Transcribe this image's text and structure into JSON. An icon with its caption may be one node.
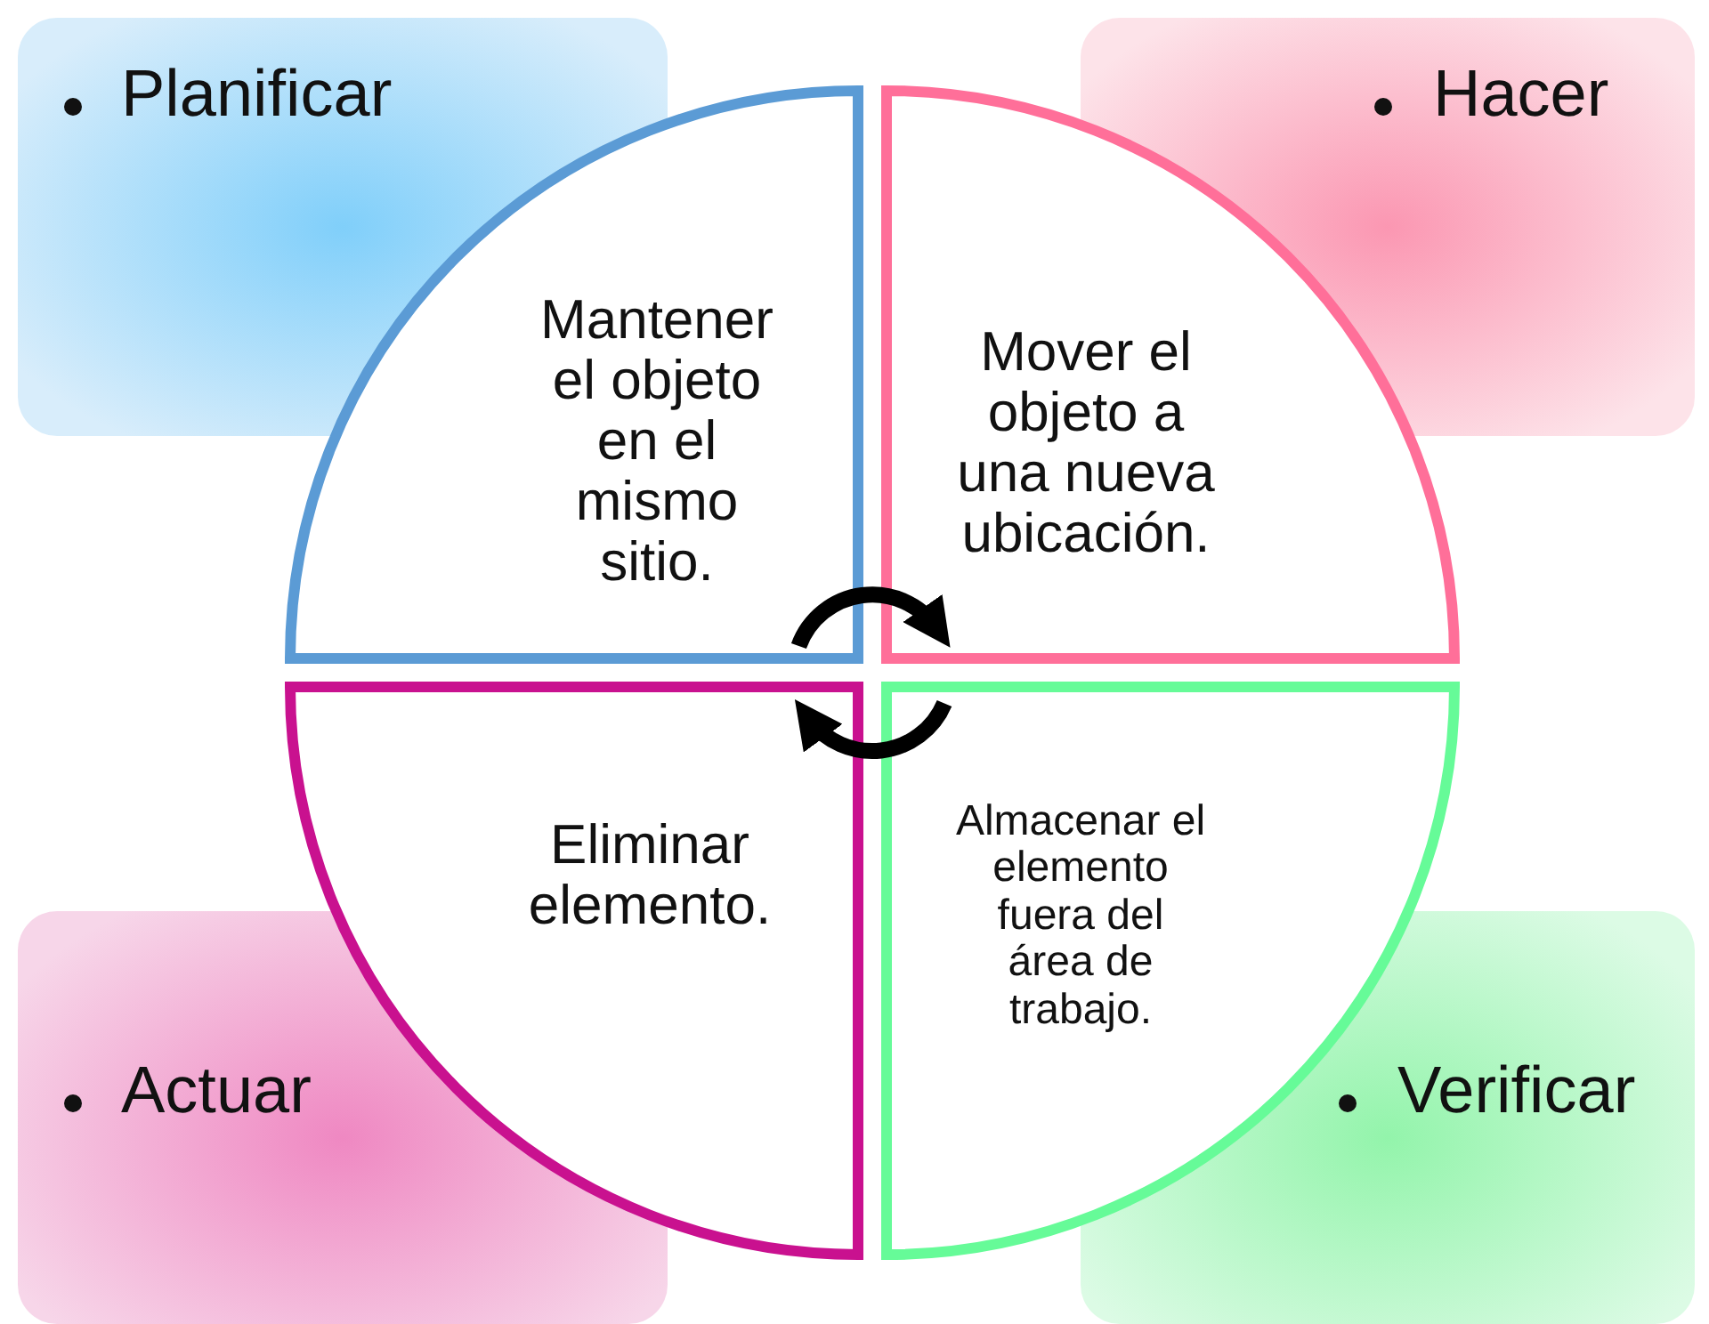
{
  "diagram": {
    "nodes": [
      {
        "text": [
          "Planificar"
        ]
      },
      {
        "text": [
          "Hacer"
        ]
      },
      {
        "text": [
          "Mantener el objeto en el mismo sitio."
        ]
      },
      {
        "text": [
          "Mover el objeto a una nueva ubicación."
        ]
      },
      {
        "text": [
          "Eliminar elemento."
        ]
      },
      {
        "text": [
          "Almacenar el elemento fuera del área de trabajo."
        ]
      },
      {
        "text": [
          "Actuar"
        ]
      },
      {
        "text": [
          "Verificar"
        ]
      }
    ],
    "edges": [
      {
        "from": 2,
        "to": 3,
        "arrow": "to"
      },
      {
        "from": 5,
        "to": 4,
        "arrow": "to"
      }
    ]
  }
}
